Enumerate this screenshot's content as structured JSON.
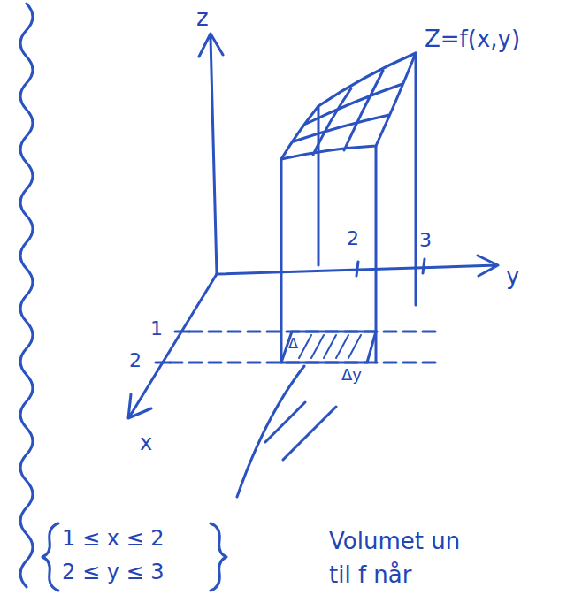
{
  "diagram": {
    "labels": [
      "z",
      "Z=f(x,y)",
      "2",
      "3",
      "y",
      "1",
      "2",
      "Δ",
      "Δy",
      "x",
      "1 ≤ x ≤ 2",
      "2 ≤ y ≤ 3",
      "Volumet un",
      "til f når"
    ]
  }
}
